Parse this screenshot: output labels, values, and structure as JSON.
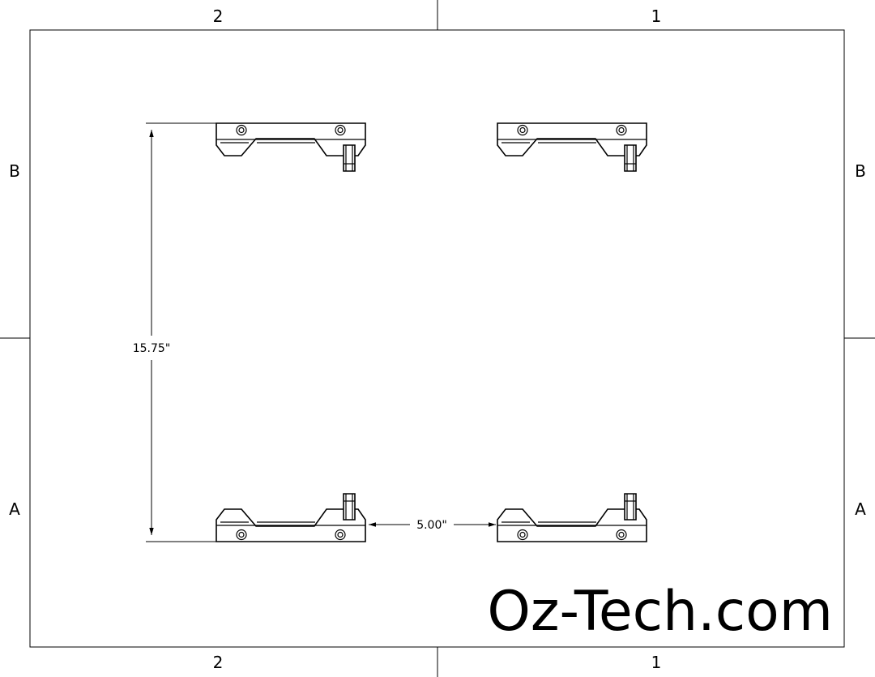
{
  "sheet": {
    "zones": {
      "top": [
        "2",
        "1"
      ],
      "bottom": [
        "2",
        "1"
      ],
      "left": [
        "B",
        "A"
      ],
      "right": [
        "B",
        "A"
      ]
    }
  },
  "dimensions": {
    "vertical": "15.75\"",
    "horizontal": "5.00\""
  },
  "brand": {
    "text": "Oz-Tech.com"
  },
  "parts": [
    {
      "name": "bracket-top-left",
      "orientation": "down"
    },
    {
      "name": "bracket-top-right",
      "orientation": "down"
    },
    {
      "name": "bracket-bottom-left",
      "orientation": "up"
    },
    {
      "name": "bracket-bottom-right",
      "orientation": "up"
    }
  ]
}
